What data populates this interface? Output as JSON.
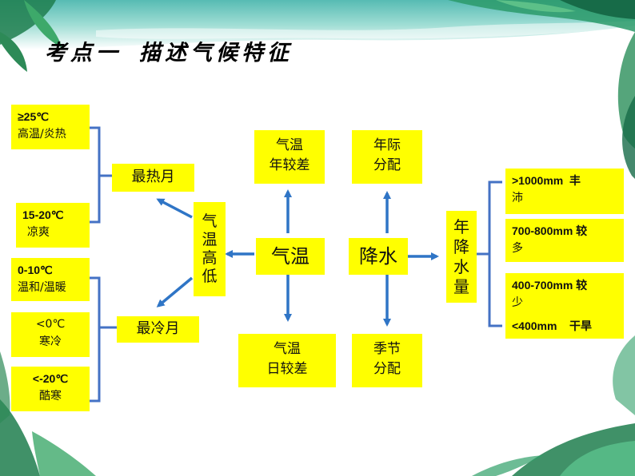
{
  "title": {
    "part1": "考点一",
    "part2": "描述气候特征"
  },
  "temperature": {
    "center": "气温",
    "side_chars": [
      "气",
      "温",
      "高",
      "低"
    ],
    "hottest_month": "最热月",
    "coldest_month": "最冷月",
    "annual_range": [
      "气温",
      "年较差"
    ],
    "daily_range": [
      "气温",
      "日较差"
    ],
    "hot_categories": [
      {
        "range": "≥25℃",
        "desc": "高温/炎热"
      },
      {
        "range": "15-20℃",
        "desc": "凉爽"
      }
    ],
    "cold_categories": [
      {
        "range": "0-10℃",
        "desc": "温和/温暖"
      },
      {
        "range": "<0℃",
        "desc": "寒冷"
      },
      {
        "range": "<-20℃",
        "desc": "酷寒"
      }
    ]
  },
  "precipitation": {
    "center": "降水",
    "annual_distribution": [
      "年际",
      "分配"
    ],
    "seasonal_distribution": [
      "季节",
      "分配"
    ],
    "annual_amount_chars": [
      "年",
      "降",
      "水",
      "量"
    ],
    "amount_categories": [
      {
        "line1": ">1000mm  丰",
        "line2": "沛"
      },
      {
        "line1": "700-800mm 较",
        "line2": "多"
      },
      {
        "line1": "400-700mm 较",
        "line2": "少"
      },
      {
        "line1": "<400mm    干旱",
        "line2": ""
      }
    ]
  },
  "colors": {
    "box_fill": "#ffff00",
    "arrow": "#2f75c6",
    "bracket": "#4472c4"
  }
}
